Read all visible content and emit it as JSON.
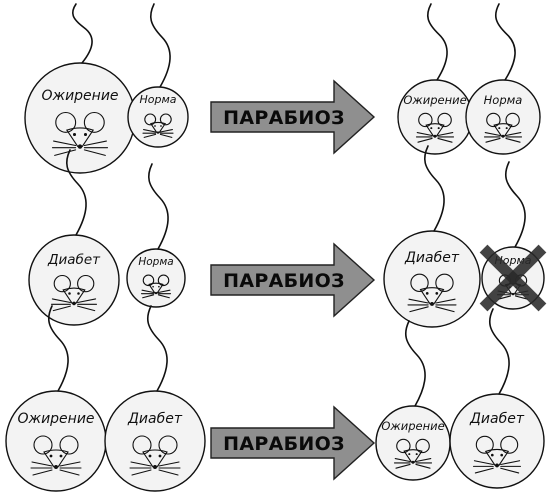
{
  "arrow_label": "ПАРАБИОЗ",
  "colors": {
    "arrow_fill": "#8f8f8f",
    "outline": "#111111",
    "mouse_fill": "#f3f3f3",
    "cross": "#2a2a2a"
  },
  "rows": [
    {
      "before": [
        {
          "label": "Ожирение",
          "size": "large"
        },
        {
          "label": "Норма",
          "size": "small"
        }
      ],
      "after": [
        {
          "label": "Ожирение",
          "size": "medium"
        },
        {
          "label": "Норма",
          "size": "medium"
        }
      ]
    },
    {
      "before": [
        {
          "label": "Диабет",
          "size": "medium"
        },
        {
          "label": "Норма",
          "size": "small"
        }
      ],
      "after": [
        {
          "label": "Диабет",
          "size": "large"
        },
        {
          "label": "Норма",
          "size": "small",
          "crossed_out": true
        }
      ]
    },
    {
      "before": [
        {
          "label": "Ожирение",
          "size": "large"
        },
        {
          "label": "Диабет",
          "size": "large"
        }
      ],
      "after": [
        {
          "label": "Ожирение",
          "size": "medium"
        },
        {
          "label": "Диабет",
          "size": "large"
        }
      ]
    }
  ]
}
